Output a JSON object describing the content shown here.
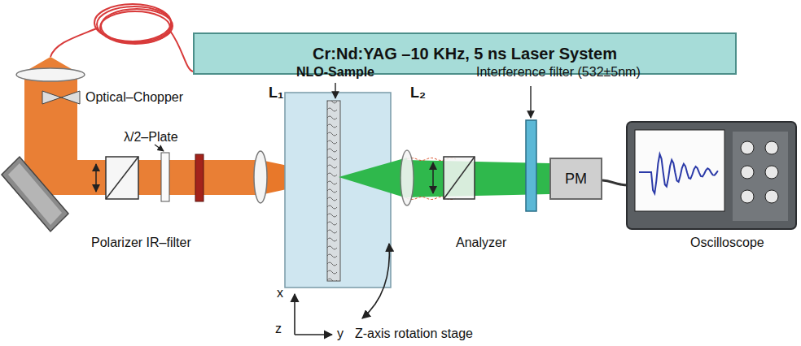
{
  "diagram": {
    "nodes": [
      {
        "text": [
          "Cr:Nd:YAG –10 KHz, 5 ns Laser System"
        ]
      },
      {
        "text": [
          "PM"
        ]
      }
    ],
    "labels": [
      "Optical–Chopper",
      "λ/2–Plate",
      "NLO-Sample",
      "Interference filter (532±5nm)",
      "L₁",
      "L₂",
      "Polarizer IR–filter",
      "Analyzer",
      "Oscilloscope",
      "x",
      "z",
      "y",
      "Z-axis rotation stage"
    ]
  }
}
